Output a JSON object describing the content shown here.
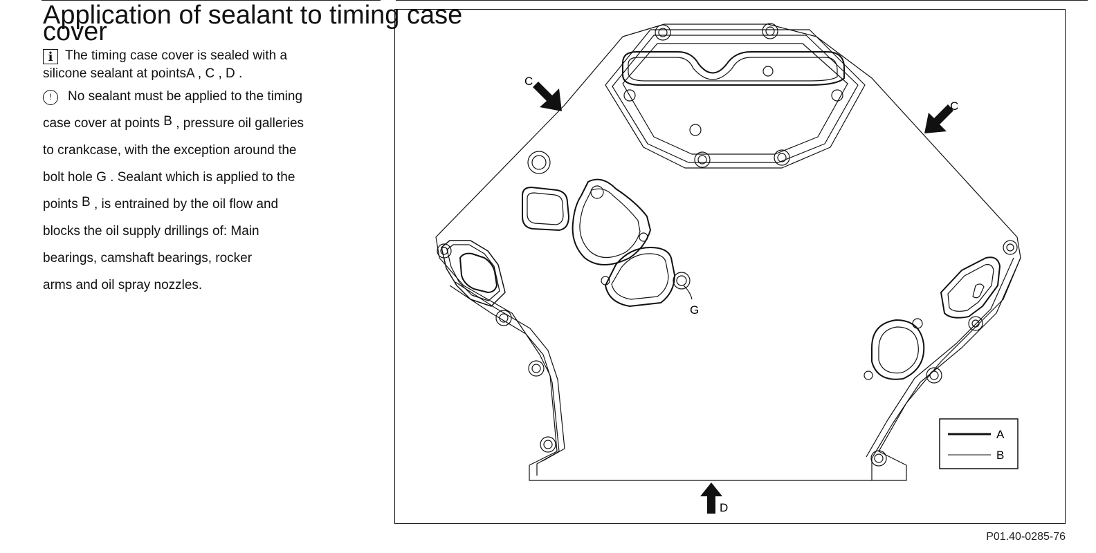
{
  "doc": {
    "title_lines": [
      "Application of sealant to timing case",
      "cover"
    ],
    "info_lines": [
      "The timing case cover is sealed with a",
      "silicone sealant at pointsA ,   C ,  D ."
    ],
    "warning_first": "No sealant must be applied to the timing",
    "warning_rest": [
      {
        "pre": "case cover at points ",
        "sup": "B",
        "post": " , pressure oil galleries"
      },
      {
        "pre": "to crankcase, with the exception around the",
        "sup": "",
        "post": ""
      },
      {
        "pre": "bolt hole G . Sealant which is applied to the",
        "sup": "",
        "post": ""
      },
      {
        "pre": "points ",
        "sup": "B",
        "post": " , is entrained by the oil flow and"
      },
      {
        "pre": "blocks the oil supply drillings of: Main",
        "sup": "",
        "post": ""
      },
      {
        "pre": "bearings, camshaft bearings, rocker",
        "sup": "",
        "post": ""
      },
      {
        "pre": "arms and oil spray nozzles.",
        "sup": "",
        "post": ""
      }
    ],
    "icons": {
      "info": "info-box-icon",
      "warning": "caution-circle-icon"
    }
  },
  "figure": {
    "labels": {
      "c_left": "C",
      "c_right": "C",
      "d": "D",
      "g": "G"
    },
    "legend": {
      "a": "A",
      "b": "B"
    },
    "code": "P01.40-0285-76"
  }
}
